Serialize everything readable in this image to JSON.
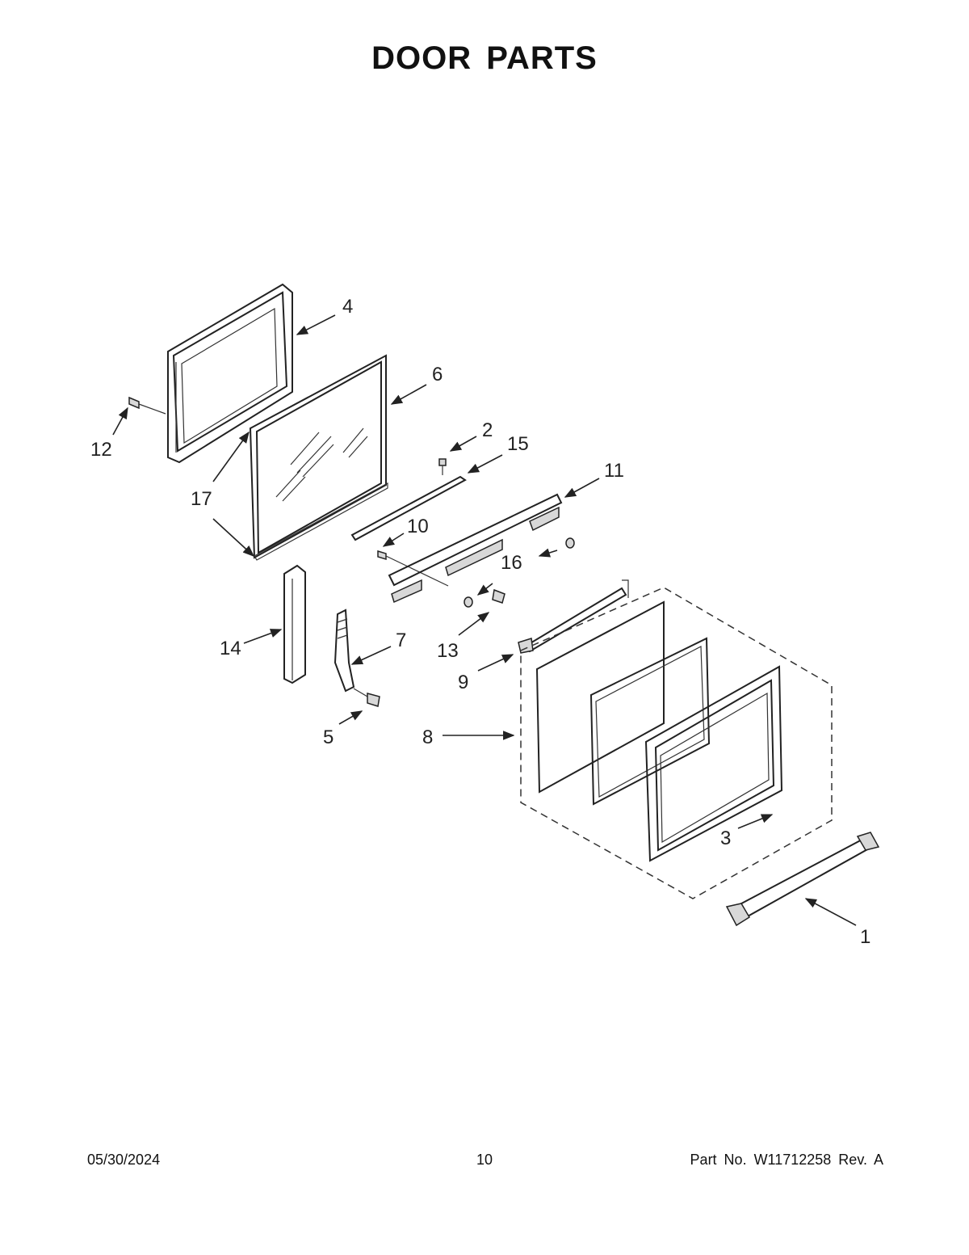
{
  "title": "DOOR PARTS",
  "callouts": [
    "1",
    "2",
    "3",
    "4",
    "5",
    "6",
    "7",
    "8",
    "9",
    "10",
    "11",
    "12",
    "13",
    "14",
    "15",
    "16",
    "17"
  ],
  "footer": {
    "date": "05/30/2024",
    "page": "10",
    "part_no": "Part No.  W11712258  Rev.  A"
  }
}
